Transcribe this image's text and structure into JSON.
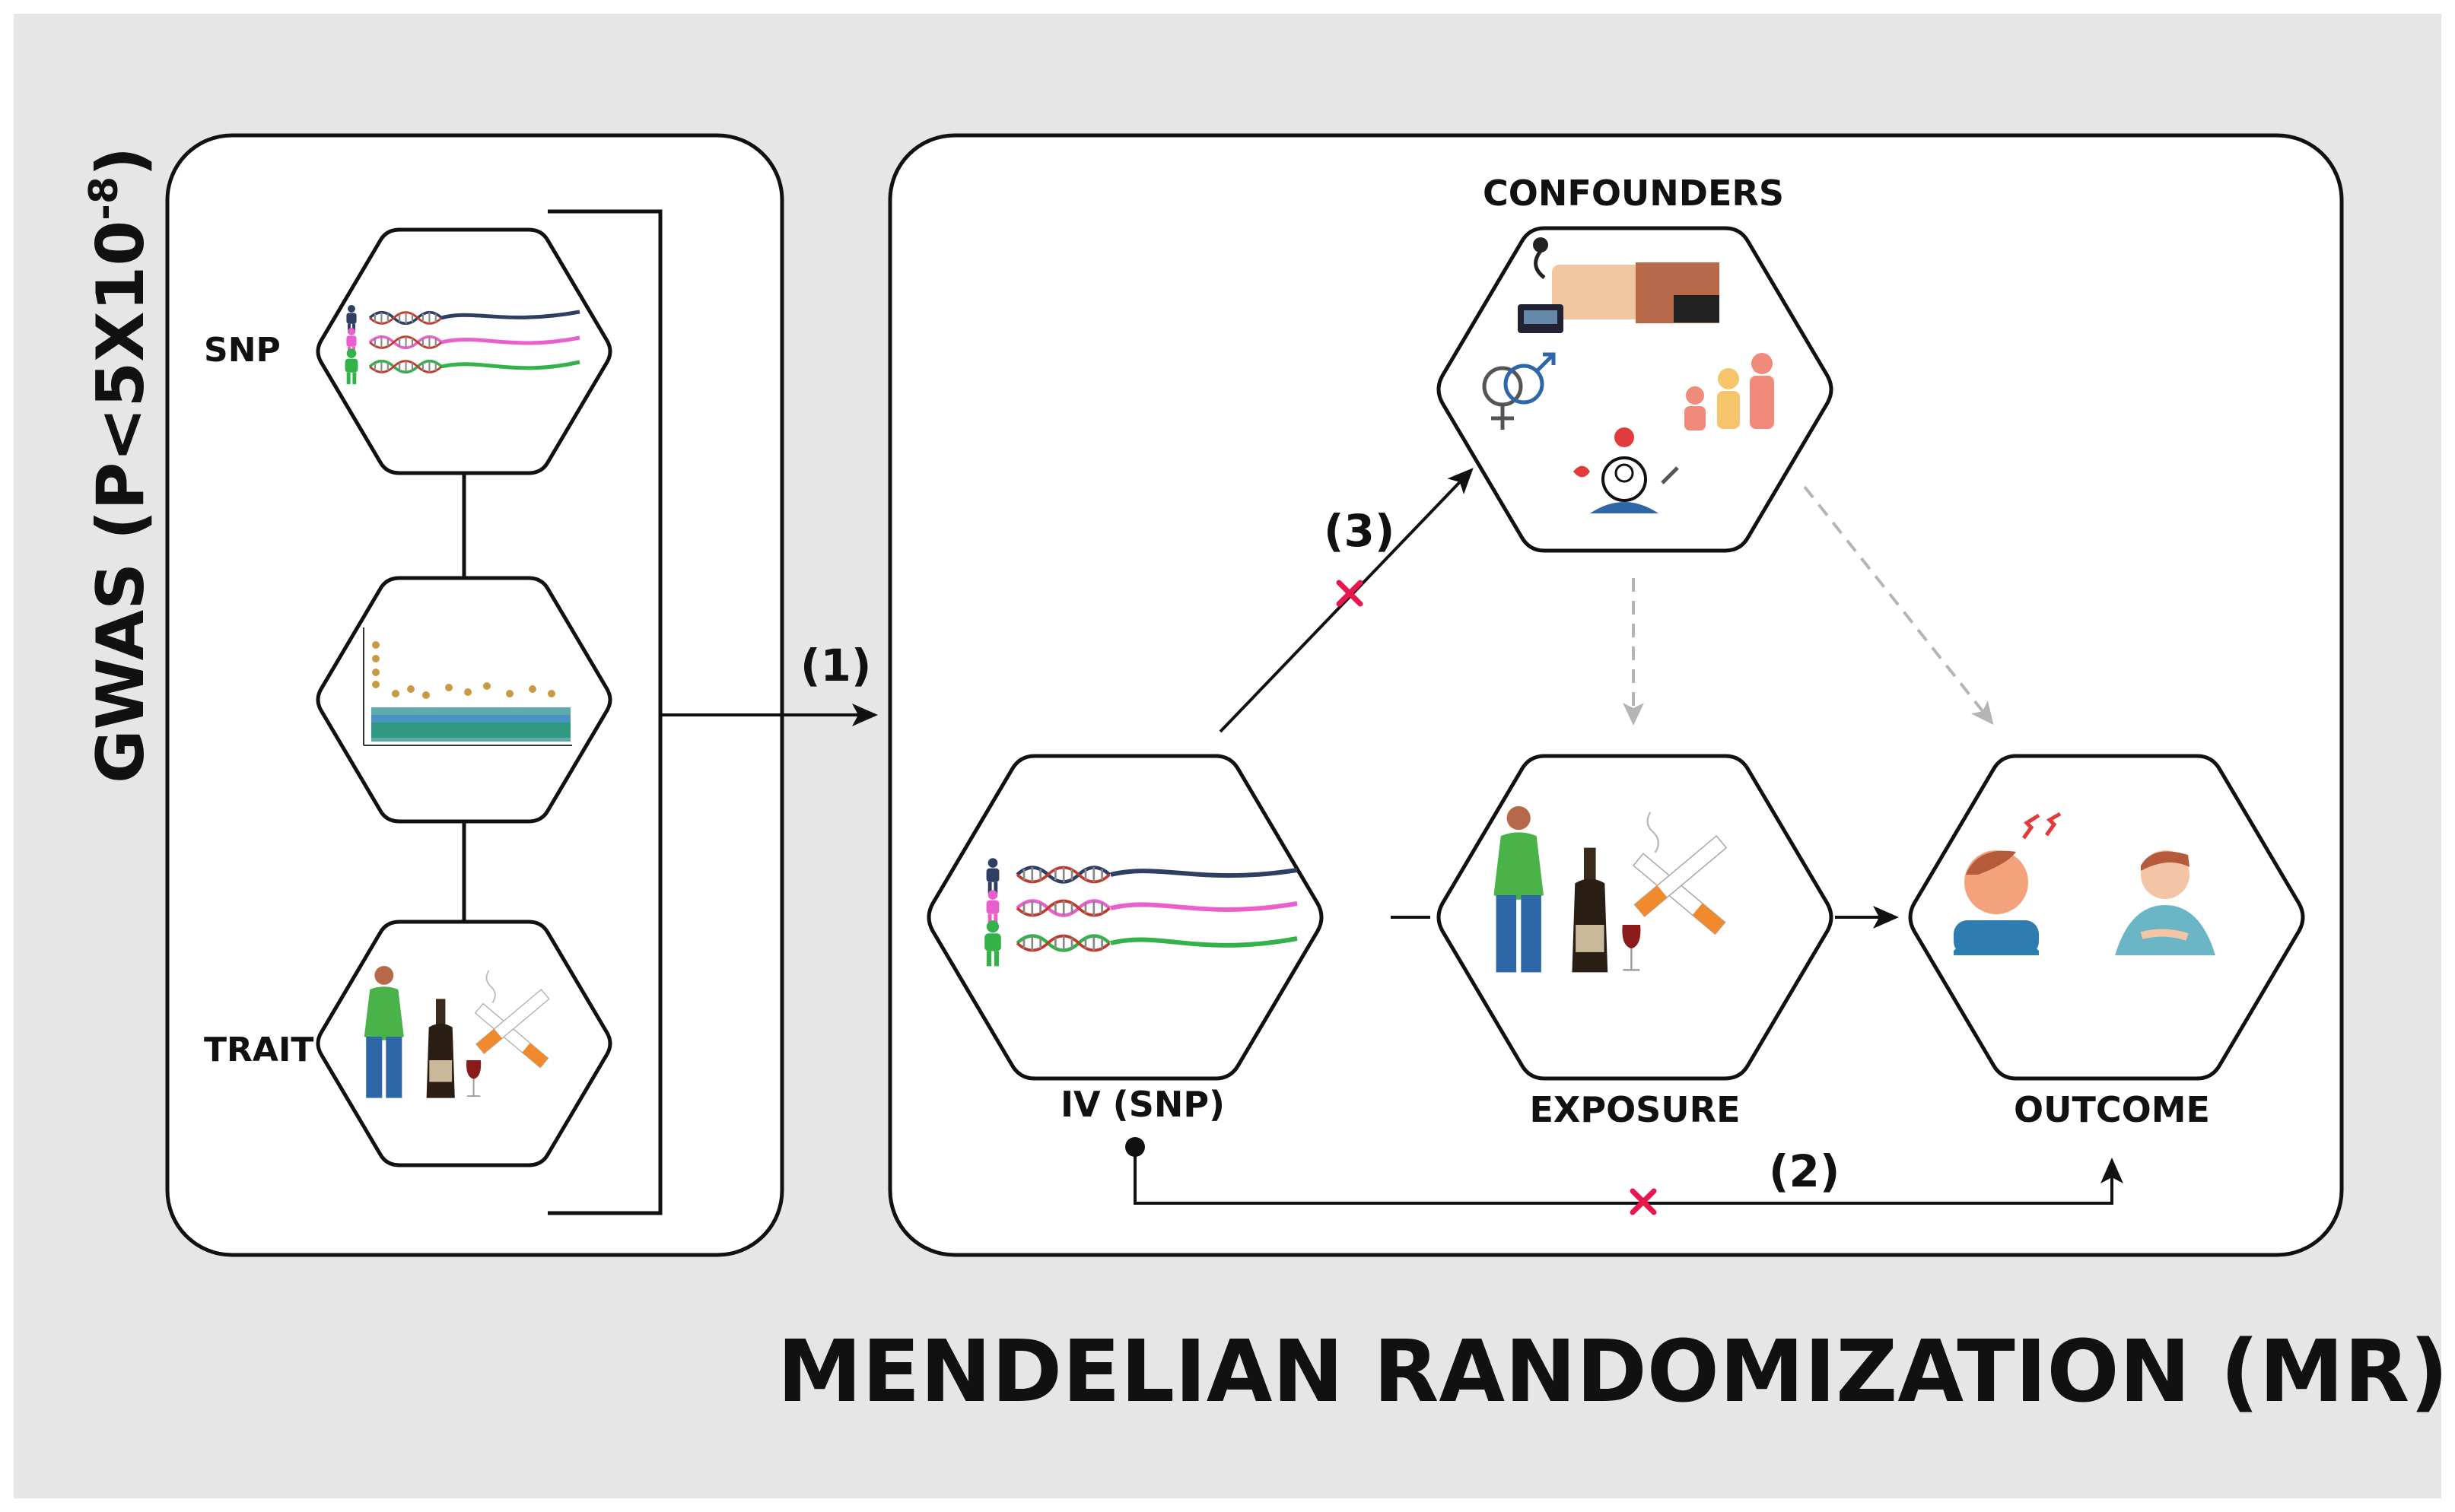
{
  "figure": {
    "title": "MENDELIAN RANDOMIZATION (MR)",
    "side_label": "GWAS (P<5X10",
    "side_label_exp": "-8",
    "side_label_close": ")"
  },
  "left_panel": {
    "snp_label": "SNP",
    "trait_label": "TRAIT"
  },
  "right_panel": {
    "confounders_label": "CONFOUNDERS",
    "iv_label": "IV (SNP)",
    "exposure_label": "EXPOSURE",
    "outcome_label": "OUTCOME"
  },
  "arrows": {
    "step1": "(1)",
    "step2": "(2)",
    "step3": "(3)"
  },
  "colors": {
    "background": "#e6e6e6",
    "panel": "#ffffff",
    "stroke": "#111111",
    "dashed": "#b5b5b5",
    "cross": "#e8174f",
    "dna_navy": "#2f3f63",
    "dna_pink": "#e95fcb",
    "dna_green": "#34b24a",
    "shirt_green": "#49b34a",
    "jeans_blue": "#2e67a8",
    "cigarette_orange": "#f08a2c",
    "wine_red": "#8b1a1a"
  }
}
